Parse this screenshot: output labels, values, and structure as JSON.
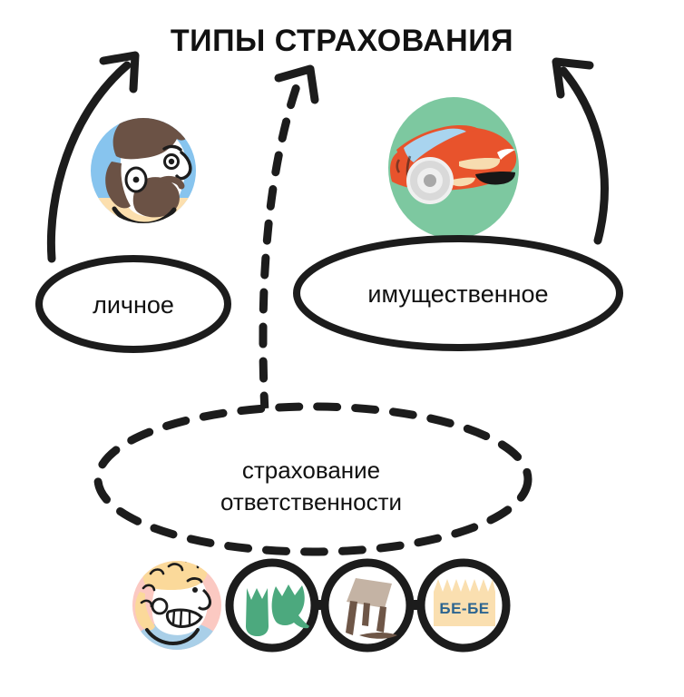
{
  "title": "ТИПЫ СТРАХОВАНИЯ",
  "nodes": {
    "personal": {
      "label": "личное",
      "outline": "solid",
      "icon_name": "bearded-man-avatar"
    },
    "property": {
      "label": "имущественное",
      "outline": "solid",
      "icon_name": "red-car-avatar"
    },
    "liability": {
      "label_line1": "страхование",
      "label_line2": "ответственности",
      "outline": "dashed",
      "icon_names": [
        "laughing-man-avatar",
        "broken-vase-icon",
        "broken-table-icon",
        "be-be-sign-icon"
      ]
    }
  },
  "sign": {
    "text": "БЕ-БЕ"
  },
  "arrows": [
    {
      "name": "arrow-personal-to-title",
      "style": "solid",
      "from": "личное",
      "to": "ТИПЫ СТРАХОВАНИЯ"
    },
    {
      "name": "arrow-liability-to-title",
      "style": "dashed",
      "from": "страхование ответственности",
      "to": "ТИПЫ СТРАХОВАНИЯ"
    },
    {
      "name": "arrow-property-to-title",
      "style": "solid",
      "from": "имущественное",
      "to": "ТИПЫ СТРАХОВАНИЯ"
    }
  ],
  "colors": {
    "ink": "#1c1c1c",
    "avatar_blue": "#87c4ee",
    "avatar_cream": "#fcdfae",
    "hair_brown": "#6b5245",
    "skin_white": "#ffffff",
    "car_circle_green": "#7dc8a0",
    "car_body_red": "#e8532c",
    "car_glass_blue": "#a9d4ef",
    "car_light_cream": "#f7dcb0",
    "pink_circle": "#fbc9c2",
    "shirt_blue": "#a9cfe8",
    "hair_blond": "#fbd99a",
    "vase_green": "#4ca97e",
    "table_top_brown": "#c4b3a4",
    "table_leg_brown": "#6e5647",
    "sign_bg_cream": "#fadfb0",
    "sign_text_blue": "#2d6590",
    "background": "#ffffff"
  }
}
